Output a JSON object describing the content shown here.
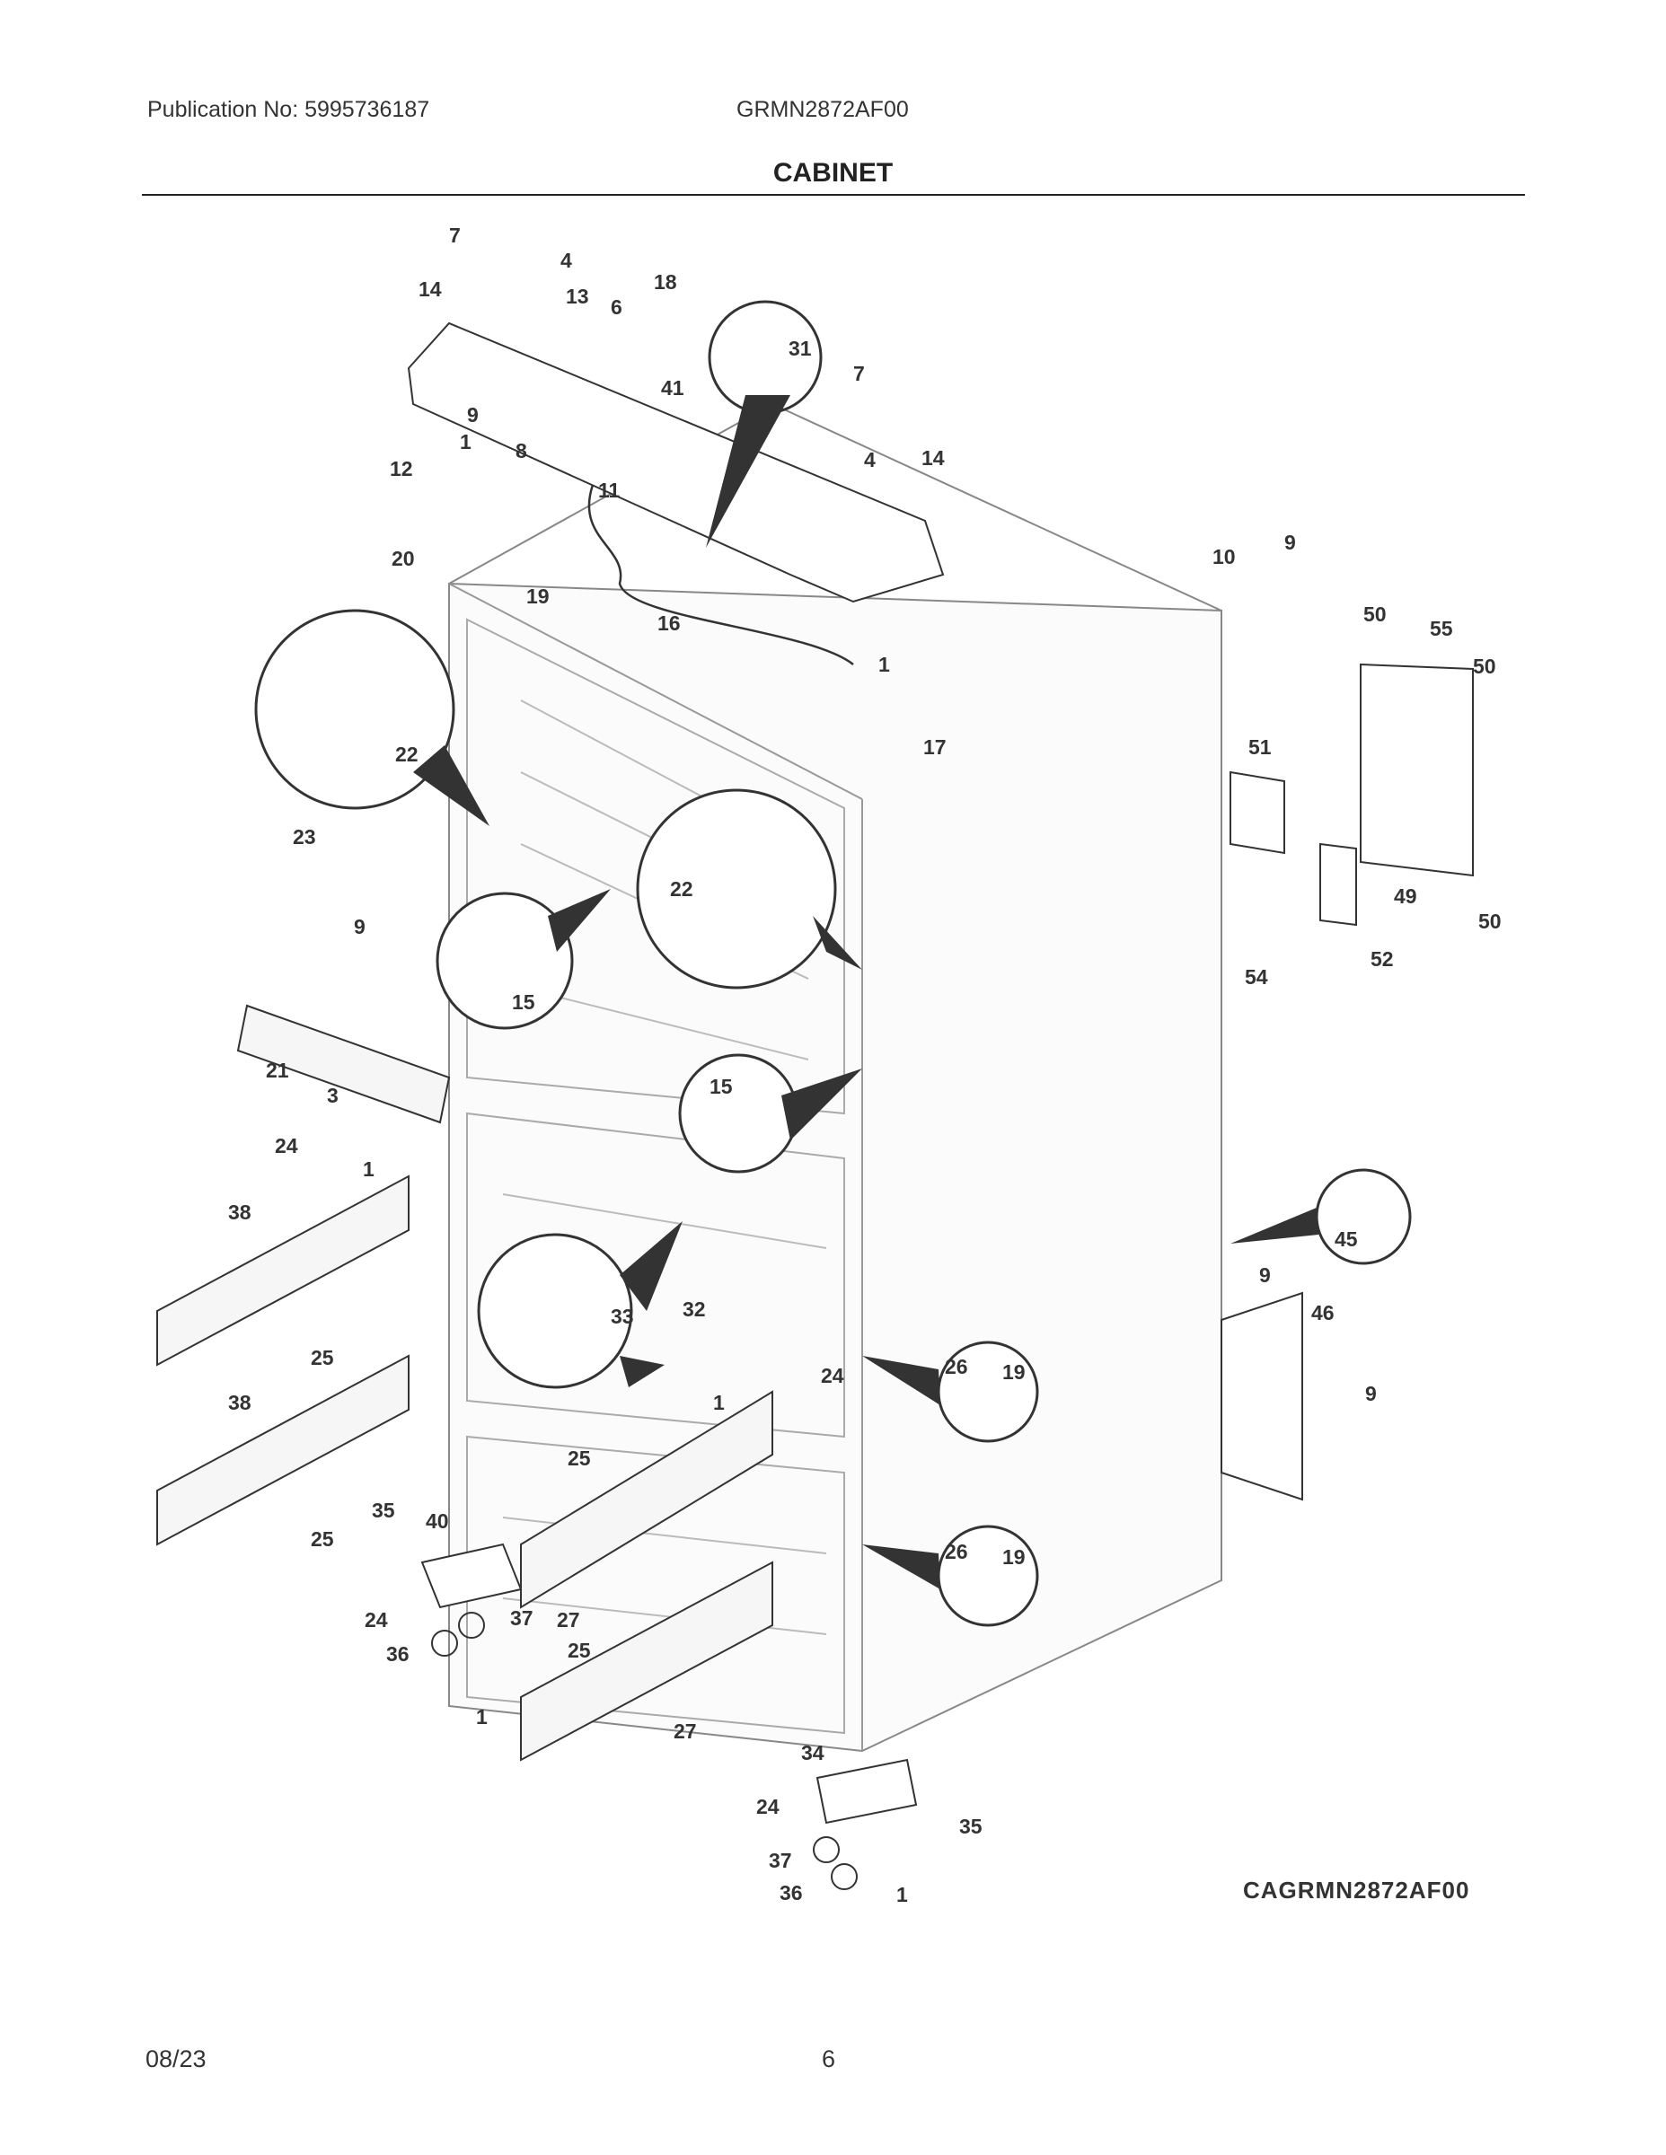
{
  "header": {
    "publication": "Publication No: 5995736187",
    "model": "GRMN2872AF00",
    "section_title": "CABINET"
  },
  "footer": {
    "date": "08/23",
    "page_number": "6"
  },
  "drawing_code": "CAGRMN2872AF00",
  "part_labels": [
    "7",
    "4",
    "14",
    "13",
    "6",
    "18",
    "31",
    "7",
    "41",
    "9",
    "1",
    "8",
    "12",
    "20",
    "11",
    "4",
    "14",
    "19",
    "16",
    "10",
    "9",
    "50",
    "55",
    "50",
    "1",
    "17",
    "22",
    "23",
    "9",
    "51",
    "22",
    "15",
    "49",
    "50",
    "54",
    "52",
    "21",
    "3",
    "15",
    "24",
    "1",
    "38",
    "25",
    "45",
    "9",
    "46",
    "33",
    "32",
    "9",
    "26",
    "19",
    "24",
    "1",
    "38",
    "25",
    "35",
    "40",
    "25",
    "27",
    "26",
    "19",
    "24",
    "37",
    "36",
    "25",
    "1",
    "27",
    "34",
    "24",
    "35",
    "37",
    "36",
    "1"
  ]
}
